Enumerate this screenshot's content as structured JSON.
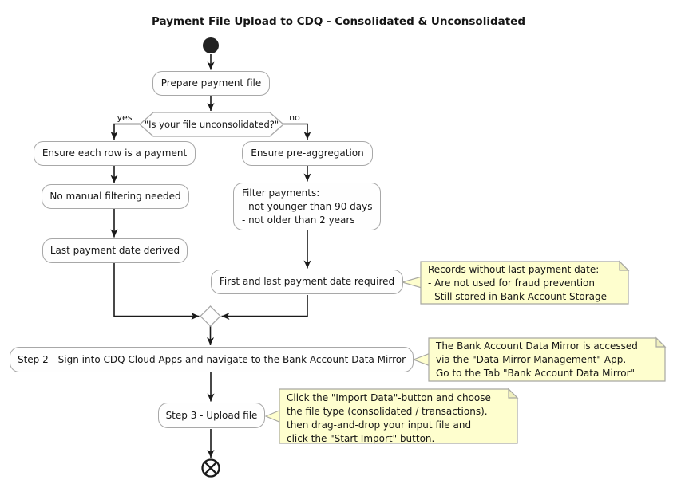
{
  "title": "Payment File Upload to CDQ - Consolidated & Unconsolidated",
  "nodes": {
    "prepare": {
      "label": "Prepare payment file"
    },
    "decision": {
      "label": "\"Is your file unconsolidated?\"",
      "yes_label": "yes",
      "no_label": "no"
    },
    "ensure_row": {
      "label": "Ensure each row is a payment"
    },
    "no_manual": {
      "label": "No manual filtering needed"
    },
    "last_derived": {
      "label": "Last payment date derived"
    },
    "ensure_pre": {
      "label": "Ensure pre-aggregation"
    },
    "filter": {
      "label": "Filter payments:\n- not younger than 90 days\n- not older than 2 years"
    },
    "first_last": {
      "label": "First and last payment date required"
    },
    "step2": {
      "label": "Step 2 - Sign into CDQ Cloud Apps and navigate to the Bank Account Data Mirror"
    },
    "step3": {
      "label": "Step 3 - Upload file"
    }
  },
  "notes": {
    "note1": {
      "text": "Records without last payment date:\n- Are not used for fraud prevention\n- Still stored in Bank Account Storage"
    },
    "note2": {
      "text": "The Bank Account Data Mirror is accessed\nvia the \"Data Mirror Management\"-App.\nGo to the Tab \"Bank Account Data Mirror\""
    },
    "note3": {
      "text": "Click the \"Import Data\"-button and choose\nthe file type (consolidated / transactions).\nthen drag-and-drop your input file and\nclick the \"Start Import\" button."
    }
  },
  "colors": {
    "note_bg": "#FEFECE",
    "note_fold": "#F0F0BE",
    "note_border": "#A8A8A2",
    "box_border": "#A8A8A8",
    "line": "#1a1a1a",
    "node_fill": "#222222"
  }
}
